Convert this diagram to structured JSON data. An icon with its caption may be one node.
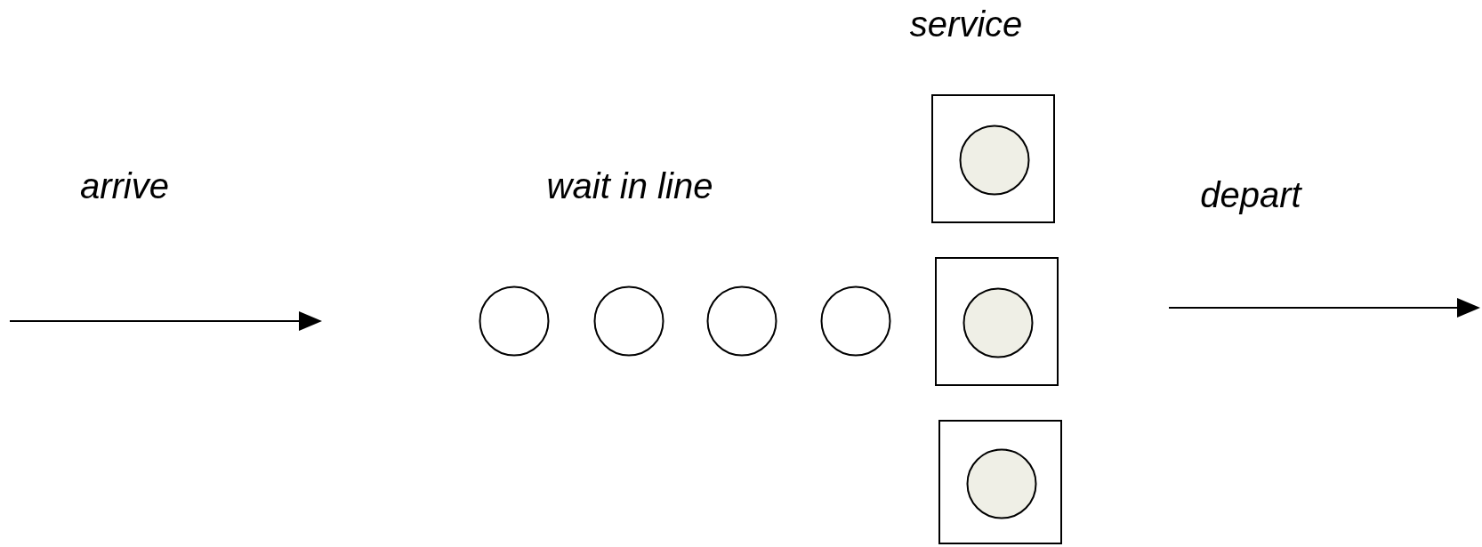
{
  "diagram": {
    "nodes": [
      {
        "text": [],
        "shape": "circle"
      },
      {
        "text": [],
        "shape": "circle"
      },
      {
        "text": [],
        "shape": "circle"
      },
      {
        "text": [],
        "shape": "circle"
      },
      {
        "text": [],
        "shape": "box"
      },
      {
        "text": [],
        "shape": "circle",
        "in": 4
      },
      {
        "text": [],
        "shape": "box"
      },
      {
        "text": [],
        "shape": "circle",
        "in": 6
      },
      {
        "text": [],
        "shape": "box"
      },
      {
        "text": [],
        "shape": "circle",
        "in": 8
      }
    ],
    "labels": [
      "service",
      "arrive",
      "wait in line",
      "depart"
    ]
  }
}
